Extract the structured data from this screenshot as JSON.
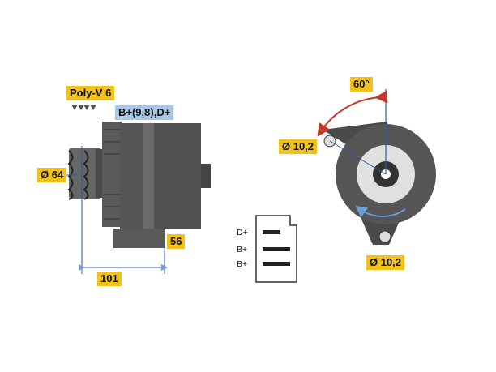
{
  "labels": {
    "belt": "Poly-V 6",
    "terminals": "B+(9,8),D+",
    "pulley_diameter": "Ø 64",
    "length": "101",
    "offset": "56",
    "angle": "60°",
    "hole_top": "Ø 10,2",
    "hole_bottom": "Ø 10,2"
  },
  "connector_pins": [
    "D+",
    "B+",
    "B+"
  ],
  "colors": {
    "label_yellow": "#f2c21b",
    "label_blue": "#a9c8e8",
    "body_dark": "#555555",
    "rotation_red": "#c0392b",
    "axis_blue": "#2e5aa8"
  }
}
